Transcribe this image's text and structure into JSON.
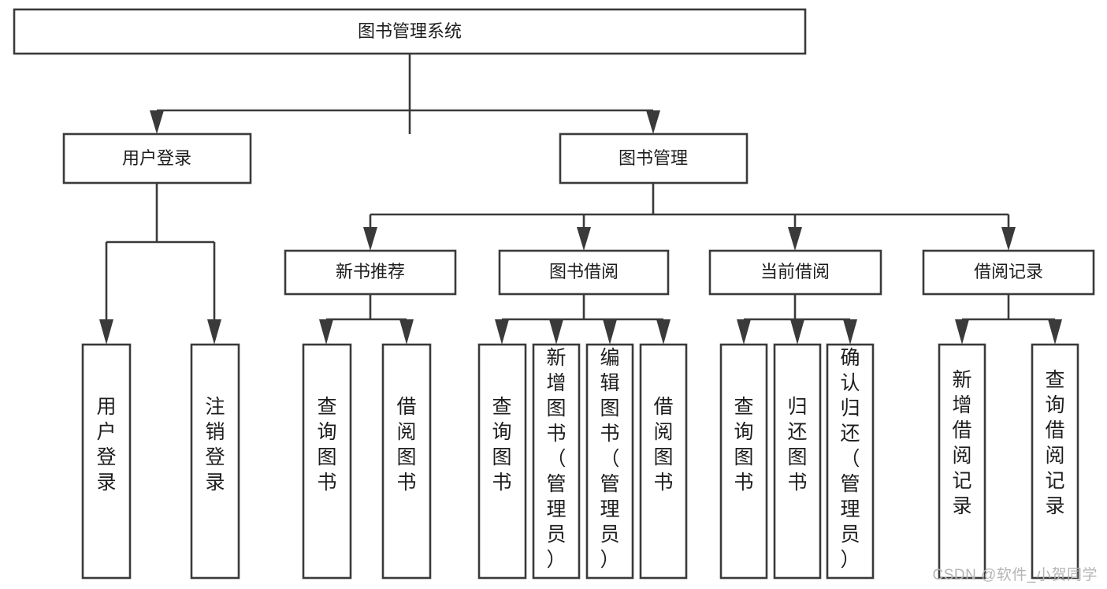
{
  "diagram": {
    "type": "tree-hierarchy-chart",
    "title": "图书管理系统",
    "watermark": "CSDN @软件_小贺同学",
    "colors": {
      "stroke": "#3a3a3a",
      "fill": "#ffffff",
      "text": "#1d1d1d",
      "watermark": "#b5b5b5",
      "background": "#ffffff"
    },
    "levels": {
      "level0": [
        {
          "id": "root",
          "label": "图书管理系统",
          "orientation": "horizontal"
        }
      ],
      "level1": [
        {
          "id": "user-login",
          "label": "用户登录",
          "orientation": "horizontal"
        },
        {
          "id": "book-manage",
          "label": "图书管理",
          "orientation": "horizontal"
        }
      ],
      "level2": [
        {
          "id": "new-book-recommend",
          "label": "新书推荐",
          "orientation": "horizontal"
        },
        {
          "id": "book-borrow",
          "label": "图书借阅",
          "orientation": "horizontal"
        },
        {
          "id": "current-borrow",
          "label": "当前借阅",
          "orientation": "horizontal"
        },
        {
          "id": "borrow-record",
          "label": "借阅记录",
          "orientation": "horizontal"
        }
      ],
      "level3": [
        {
          "id": "leaf-user-login",
          "label": "用户登录",
          "parent": "user-login",
          "orientation": "vertical"
        },
        {
          "id": "leaf-logout",
          "label": "注销登录",
          "parent": "user-login",
          "orientation": "vertical"
        },
        {
          "id": "leaf-query-book-1",
          "label": "查询图书",
          "parent": "new-book-recommend",
          "orientation": "vertical"
        },
        {
          "id": "leaf-borrow-book-1",
          "label": "借阅图书",
          "parent": "new-book-recommend",
          "orientation": "vertical"
        },
        {
          "id": "leaf-query-book-2",
          "label": "查询图书",
          "parent": "book-borrow",
          "orientation": "vertical"
        },
        {
          "id": "leaf-add-book",
          "label": "新增图书（管理员）",
          "parent": "book-borrow",
          "orientation": "vertical"
        },
        {
          "id": "leaf-edit-book",
          "label": "编辑图书（管理员）",
          "parent": "book-borrow",
          "orientation": "vertical"
        },
        {
          "id": "leaf-borrow-book-2",
          "label": "借阅图书",
          "parent": "book-borrow",
          "orientation": "vertical"
        },
        {
          "id": "leaf-query-book-3",
          "label": "查询图书",
          "parent": "current-borrow",
          "orientation": "vertical"
        },
        {
          "id": "leaf-return-book",
          "label": "归还图书",
          "parent": "current-borrow",
          "orientation": "vertical"
        },
        {
          "id": "leaf-confirm-return",
          "label": "确认归还（管理员）",
          "parent": "current-borrow",
          "orientation": "vertical"
        },
        {
          "id": "leaf-add-record",
          "label": "新增借阅记录",
          "parent": "borrow-record",
          "orientation": "vertical"
        },
        {
          "id": "leaf-query-record",
          "label": "查询借阅记录",
          "parent": "borrow-record",
          "orientation": "vertical"
        }
      ]
    }
  }
}
